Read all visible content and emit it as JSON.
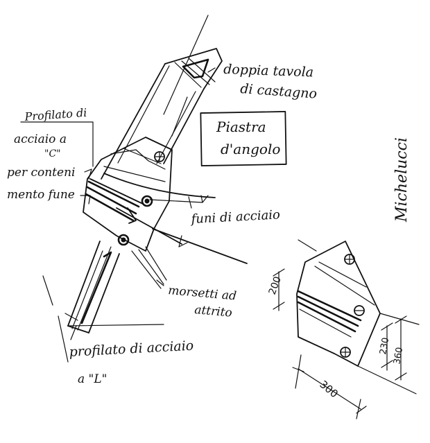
{
  "labels": {
    "doppia_tavola_line1": "doppia tavola",
    "doppia_tavola_line2": "di castagno",
    "piastra_line1": "Piastra",
    "piastra_line2": "d'angolo",
    "profilato_c_line1": "Profilato di",
    "profilato_c_line2": "acciaio a",
    "profilato_c_line3": "\"C\"",
    "contenimento_line1": "per conteni",
    "contenimento_line2": "mento fune",
    "funi": "funi di acciaio",
    "morsetti_line1": "morsetti ad",
    "morsetti_line2": "attrito",
    "profilato_l_line1": "profilato di acciaio",
    "profilato_l_line2": "a \"L\""
  },
  "signature": "Michelucci",
  "dimensions": {
    "height_upper": "200",
    "height_right_inner": "230",
    "height_right_outer": "360",
    "width_bottom": "300"
  }
}
